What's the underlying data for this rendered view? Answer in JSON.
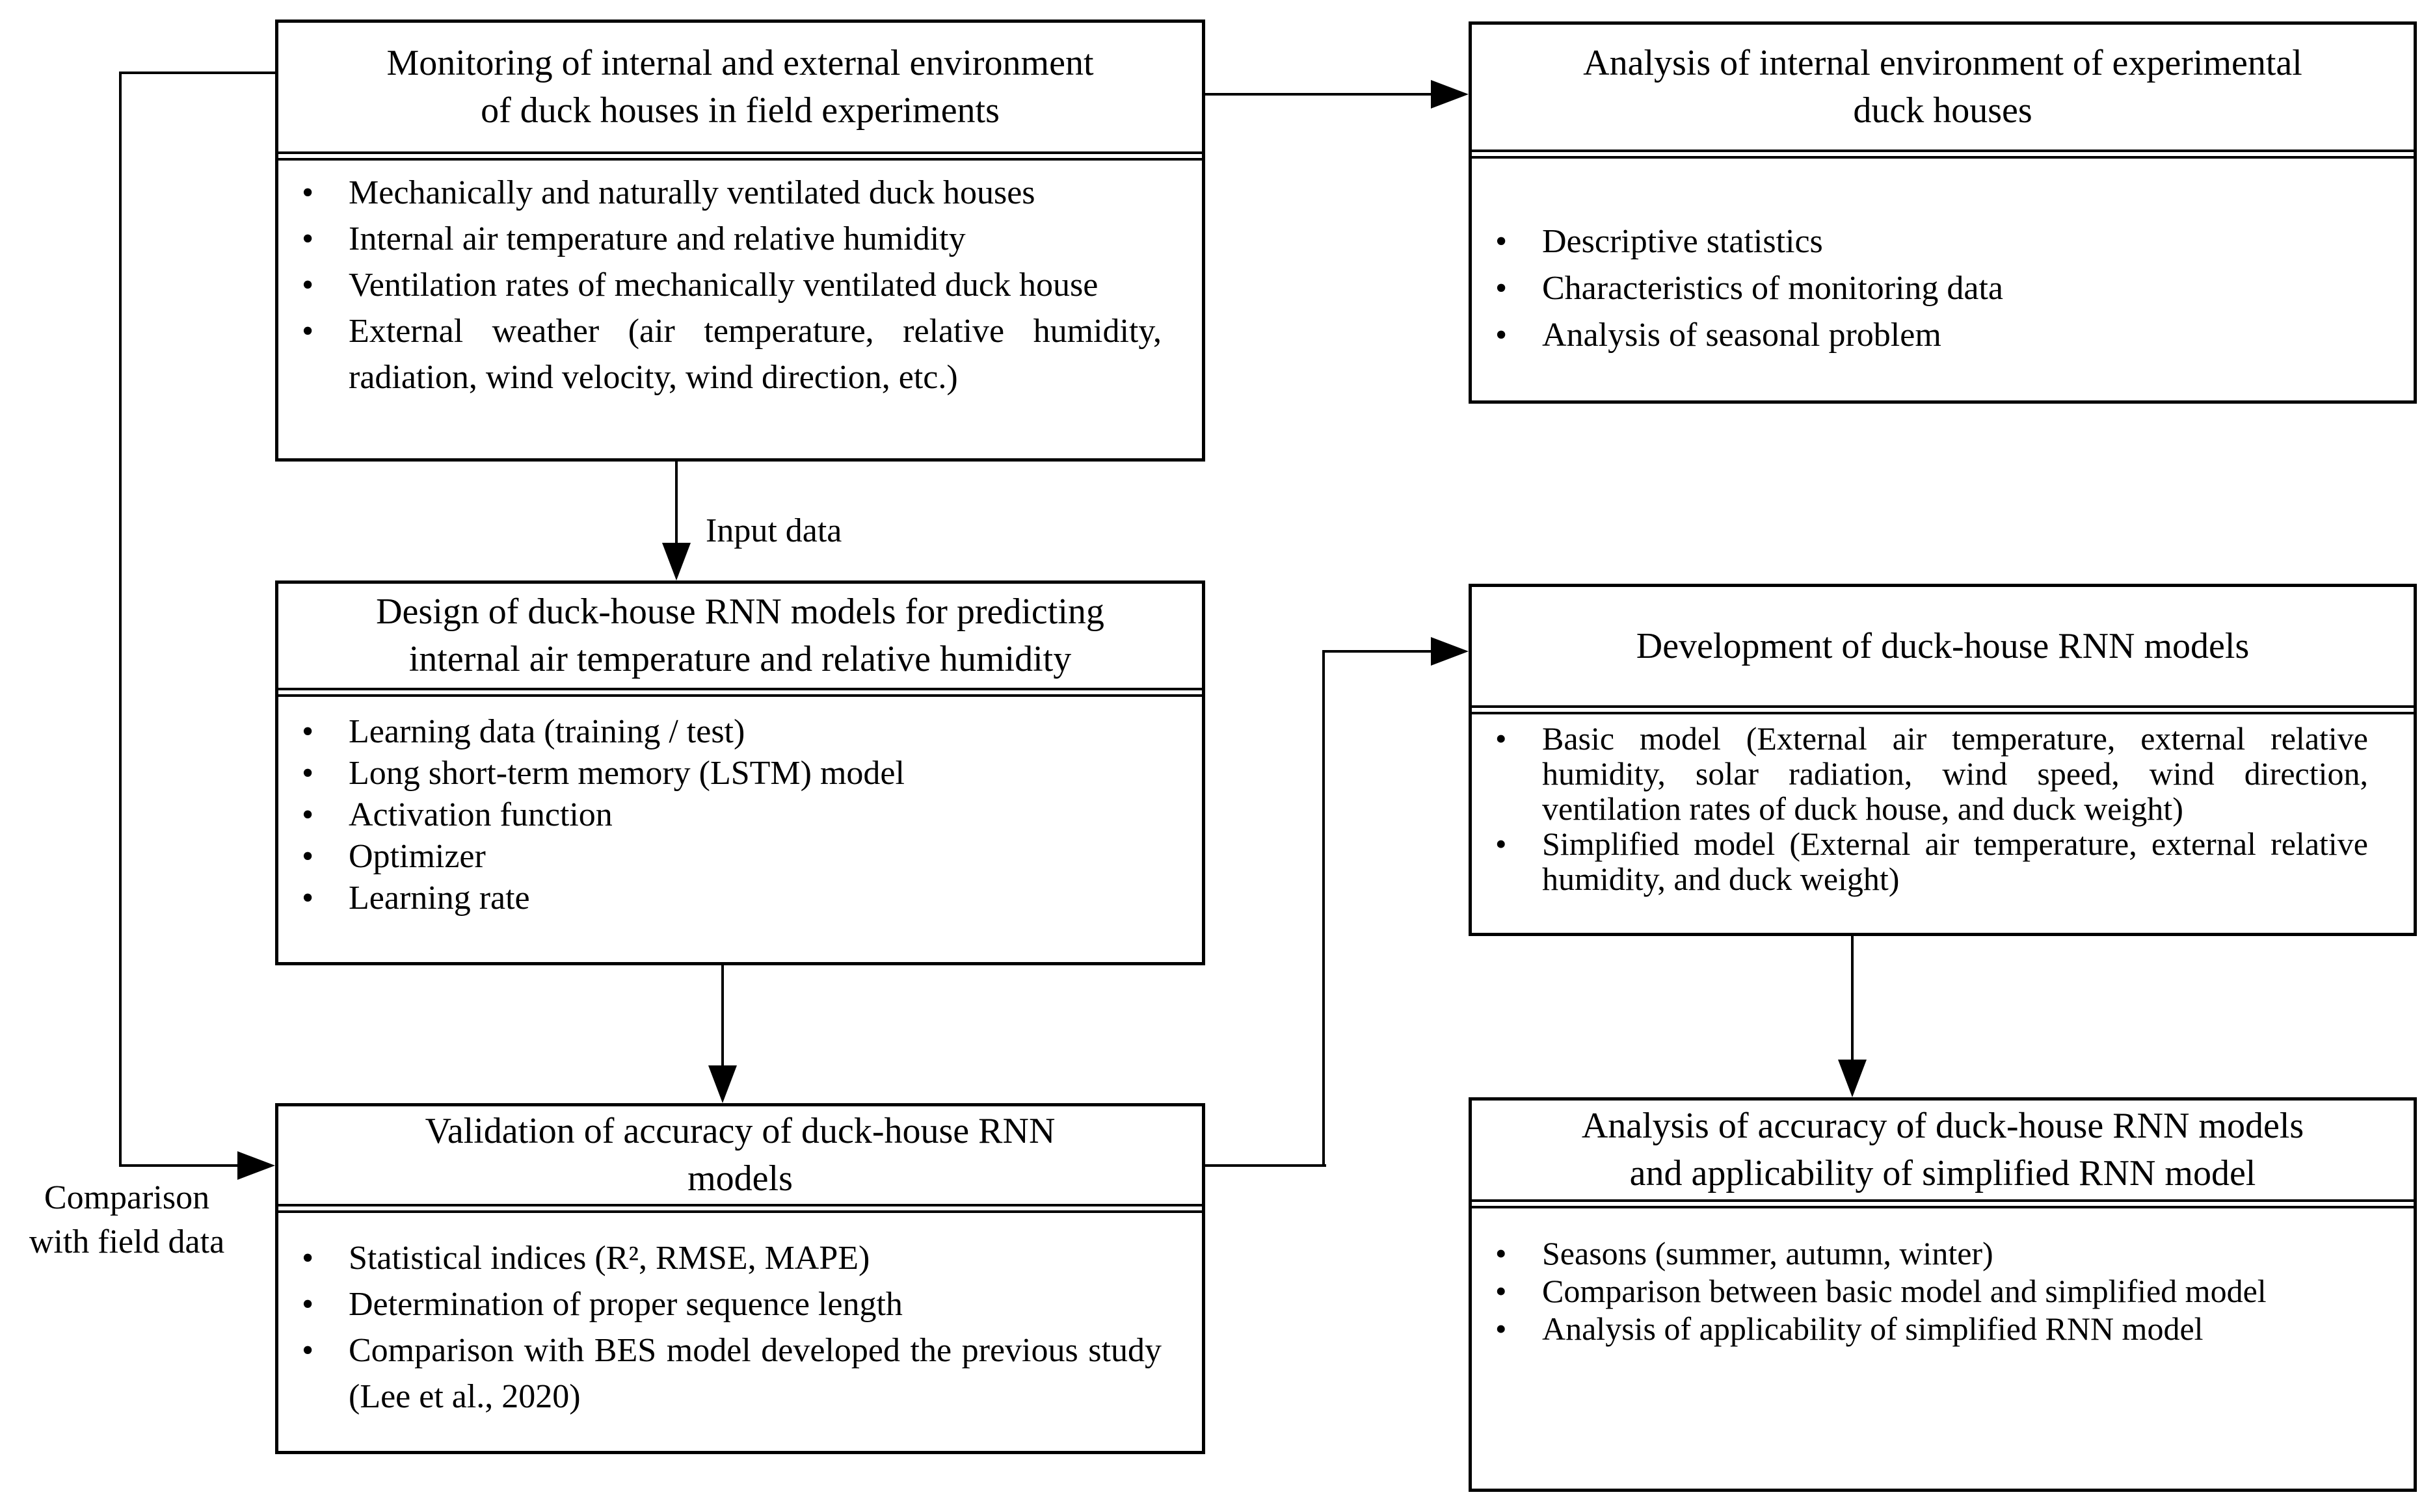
{
  "diagram": {
    "boxes": [
      {
        "id": "monitoring",
        "title_lines": [
          "Monitoring of internal and external environment",
          "of duck houses in field experiments"
        ],
        "bullets": [
          "Mechanically and naturally ventilated duck houses",
          "Internal air temperature and relative humidity",
          "Ventilation rates of mechanically ventilated duck house",
          "External weather (air temperature, relative humidity, radiation, wind velocity, wind direction, etc.)"
        ]
      },
      {
        "id": "analysis-internal",
        "title_lines": [
          "Analysis of internal environment of experimental",
          "duck houses"
        ],
        "bullets": [
          "Descriptive statistics",
          "Characteristics of monitoring data",
          "Analysis of seasonal problem"
        ]
      },
      {
        "id": "design",
        "title_lines": [
          "Design of duck-house RNN models for predicting",
          "internal air temperature and relative humidity"
        ],
        "bullets": [
          "Learning data (training / test)",
          "Long short-term memory (LSTM) model",
          "Activation function",
          "Optimizer",
          "Learning rate"
        ]
      },
      {
        "id": "development",
        "title_lines": [
          "Development of duck-house RNN models"
        ],
        "bullets": [
          "Basic model (External air temperature, external relative humidity, solar radiation, wind speed, wind direction, ventilation rates of duck house, and duck weight)",
          "Simplified model (External air temperature, external relative humidity, and duck weight)"
        ]
      },
      {
        "id": "validation",
        "title_lines": [
          "Validation of accuracy of duck-house RNN",
          "models"
        ],
        "bullets": [
          "Statistical indices (R², RMSE, MAPE)",
          "Determination of proper sequence length",
          "Comparison with BES model developed the previous study (Lee et al., 2020)"
        ]
      },
      {
        "id": "analysis-accuracy",
        "title_lines": [
          "Analysis of accuracy of duck-house RNN models",
          "and applicability of simplified RNN model"
        ],
        "bullets": [
          "Seasons (summer, autumn, winter)",
          "Comparison between basic model and simplified model",
          "Analysis of applicability of simplified RNN model"
        ]
      }
    ],
    "labels": {
      "input_data": "Input data",
      "comparison_lines": [
        "Comparison",
        "with field data"
      ]
    },
    "colors": {
      "line": "#000000",
      "background": "#ffffff",
      "text": "#000000"
    }
  }
}
